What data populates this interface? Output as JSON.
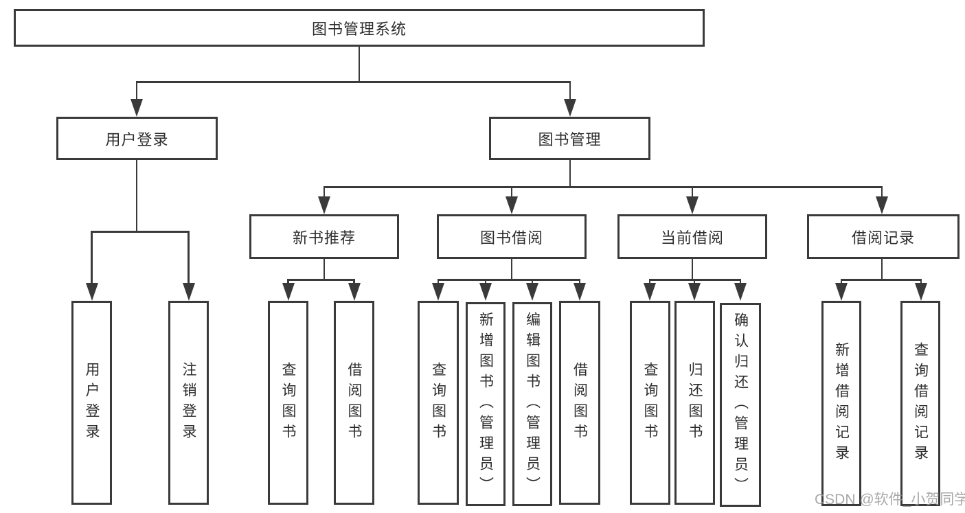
{
  "diagram": {
    "title": "图书管理系统",
    "modules": [
      {
        "label": "用户登录",
        "functions": [
          "用户登录",
          "注销登录"
        ]
      },
      {
        "label": "图书管理",
        "submodules": [
          {
            "label": "新书推荐",
            "functions": [
              "查询图书",
              "借阅图书"
            ]
          },
          {
            "label": "图书借阅",
            "functions": [
              "查询图书",
              "新增图书（管理员）",
              "编辑图书（管理员）",
              "借阅图书"
            ]
          },
          {
            "label": "当前借阅",
            "functions": [
              "查询图书",
              "归还图书",
              "确认归还（管理员）"
            ]
          },
          {
            "label": "借阅记录",
            "functions": [
              "新增借阅记录",
              "查询借阅记录"
            ]
          }
        ]
      }
    ]
  },
  "watermark": {
    "text": "CSDN @软件_小贺同学"
  },
  "colors": {
    "line": "#3a3a3a",
    "box_fill": "#ffffff",
    "text": "#2d2d2d",
    "watermark": "#9a9a9a",
    "background": "#ffffff"
  }
}
